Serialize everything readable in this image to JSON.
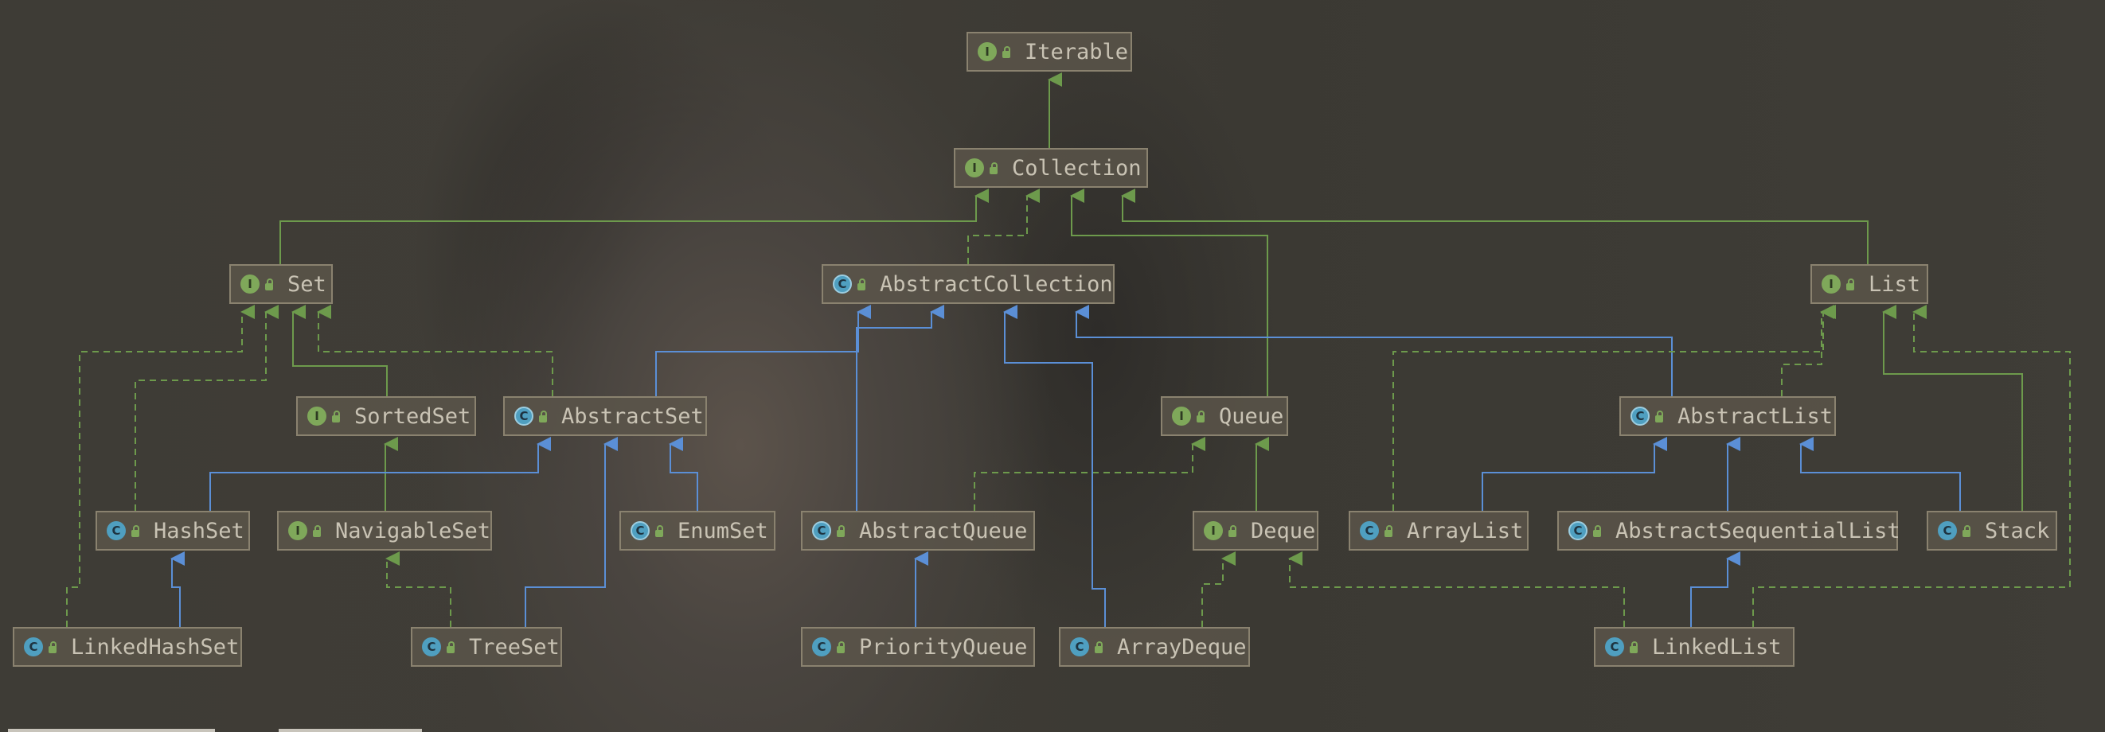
{
  "nodes": [
    {
      "id": "iterable",
      "label": "Iterable",
      "kind": "interface",
      "badge": "I"
    },
    {
      "id": "collection",
      "label": "Collection",
      "kind": "interface",
      "badge": "I"
    },
    {
      "id": "set",
      "label": "Set",
      "kind": "interface",
      "badge": "I"
    },
    {
      "id": "abstractcollection",
      "label": "AbstractCollection",
      "kind": "abstract",
      "badge": "C"
    },
    {
      "id": "list",
      "label": "List",
      "kind": "interface",
      "badge": "I"
    },
    {
      "id": "sortedset",
      "label": "SortedSet",
      "kind": "interface",
      "badge": "I"
    },
    {
      "id": "abstractset",
      "label": "AbstractSet",
      "kind": "abstract",
      "badge": "C"
    },
    {
      "id": "queue",
      "label": "Queue",
      "kind": "interface",
      "badge": "I"
    },
    {
      "id": "abstractlist",
      "label": "AbstractList",
      "kind": "abstract",
      "badge": "C"
    },
    {
      "id": "hashset",
      "label": "HashSet",
      "kind": "class",
      "badge": "C"
    },
    {
      "id": "navigableset",
      "label": "NavigableSet",
      "kind": "interface",
      "badge": "I"
    },
    {
      "id": "enumset",
      "label": "EnumSet",
      "kind": "abstract",
      "badge": "C"
    },
    {
      "id": "abstractqueue",
      "label": "AbstractQueue",
      "kind": "abstract",
      "badge": "C"
    },
    {
      "id": "deque",
      "label": "Deque",
      "kind": "interface",
      "badge": "I"
    },
    {
      "id": "arraylist",
      "label": "ArrayList",
      "kind": "class",
      "badge": "C"
    },
    {
      "id": "abstractsequentiallist",
      "label": "AbstractSequentialList",
      "kind": "abstract",
      "badge": "C"
    },
    {
      "id": "stack",
      "label": "Stack",
      "kind": "class",
      "badge": "C"
    },
    {
      "id": "linkedhashset",
      "label": "LinkedHashSet",
      "kind": "class",
      "badge": "C"
    },
    {
      "id": "treeset",
      "label": "TreeSet",
      "kind": "class",
      "badge": "C"
    },
    {
      "id": "priorityqueue",
      "label": "PriorityQueue",
      "kind": "class",
      "badge": "C"
    },
    {
      "id": "arraydeque",
      "label": "ArrayDeque",
      "kind": "class",
      "badge": "C"
    },
    {
      "id": "linkedlist",
      "label": "LinkedList",
      "kind": "class",
      "badge": "C"
    }
  ],
  "edges": [
    {
      "from": "collection",
      "to": "iterable",
      "type": "interface-extends"
    },
    {
      "from": "set",
      "to": "collection",
      "type": "interface-extends"
    },
    {
      "from": "list",
      "to": "collection",
      "type": "interface-extends"
    },
    {
      "from": "queue",
      "to": "collection",
      "type": "interface-extends"
    },
    {
      "from": "abstractcollection",
      "to": "collection",
      "type": "implements"
    },
    {
      "from": "sortedset",
      "to": "set",
      "type": "interface-extends"
    },
    {
      "from": "navigableset",
      "to": "sortedset",
      "type": "interface-extends"
    },
    {
      "from": "deque",
      "to": "queue",
      "type": "interface-extends"
    },
    {
      "from": "abstractset",
      "to": "abstractcollection",
      "type": "extends"
    },
    {
      "from": "abstractset",
      "to": "set",
      "type": "implements"
    },
    {
      "from": "abstractlist",
      "to": "abstractcollection",
      "type": "extends"
    },
    {
      "from": "abstractlist",
      "to": "list",
      "type": "implements"
    },
    {
      "from": "abstractqueue",
      "to": "abstractcollection",
      "type": "extends"
    },
    {
      "from": "abstractqueue",
      "to": "queue",
      "type": "implements"
    },
    {
      "from": "arraydeque",
      "to": "abstractcollection",
      "type": "extends"
    },
    {
      "from": "arraydeque",
      "to": "deque",
      "type": "implements"
    },
    {
      "from": "hashset",
      "to": "abstractset",
      "type": "extends"
    },
    {
      "from": "hashset",
      "to": "set",
      "type": "implements"
    },
    {
      "from": "enumset",
      "to": "abstractset",
      "type": "extends"
    },
    {
      "from": "treeset",
      "to": "abstractset",
      "type": "extends"
    },
    {
      "from": "treeset",
      "to": "navigableset",
      "type": "implements"
    },
    {
      "from": "linkedhashset",
      "to": "hashset",
      "type": "extends"
    },
    {
      "from": "linkedhashset",
      "to": "set",
      "type": "implements"
    },
    {
      "from": "priorityqueue",
      "to": "abstractqueue",
      "type": "extends"
    },
    {
      "from": "arraylist",
      "to": "abstractlist",
      "type": "extends"
    },
    {
      "from": "arraylist",
      "to": "list",
      "type": "implements"
    },
    {
      "from": "abstractsequentiallist",
      "to": "abstractlist",
      "type": "extends"
    },
    {
      "from": "stack",
      "to": "abstractlist",
      "type": "extends"
    },
    {
      "from": "stack",
      "to": "list",
      "type": "implements"
    },
    {
      "from": "linkedlist",
      "to": "abstractsequentiallist",
      "type": "extends"
    },
    {
      "from": "linkedlist",
      "to": "list",
      "type": "implements"
    },
    {
      "from": "linkedlist",
      "to": "deque",
      "type": "implements"
    }
  ],
  "colors": {
    "interface_edge": "#6d9a4c",
    "class_edge": "#5b8fd6",
    "interface_badge": "#7fa85a",
    "class_badge": "#4f9fc0",
    "node_fill": "#5c564a",
    "node_border": "#8a826f",
    "text": "#c9c3b4"
  }
}
